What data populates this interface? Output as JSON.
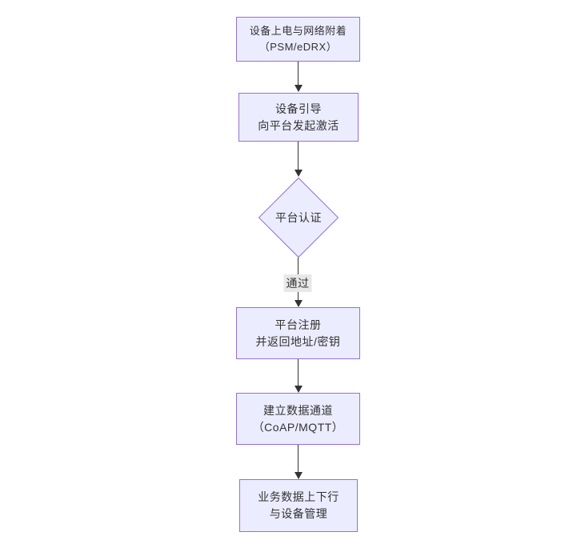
{
  "diagram": {
    "type": "flowchart",
    "direction": "top-down",
    "colors": {
      "canvas_background": "#ffffff",
      "node_fill": "#ECECFF",
      "node_border": "#9370DB",
      "text_color": "#333333",
      "arrow_color": "#333333",
      "edge_label_background": "#e8e8e8"
    },
    "nodes": [
      {
        "id": "power",
        "shape": "rect",
        "lines": [
          "设备上电与网络附着",
          "（PSM/eDRX）"
        ]
      },
      {
        "id": "boot",
        "shape": "rect",
        "lines": [
          "设备引导",
          "向平台发起激活"
        ]
      },
      {
        "id": "auth",
        "shape": "diamond",
        "lines": [
          "平台认证"
        ]
      },
      {
        "id": "register",
        "shape": "rect",
        "lines": [
          "平台注册",
          "并返回地址/密钥"
        ]
      },
      {
        "id": "channel",
        "shape": "rect",
        "lines": [
          "建立数据通道",
          "（CoAP/MQTT）"
        ]
      },
      {
        "id": "business",
        "shape": "rect",
        "lines": [
          "业务数据上下行",
          "与设备管理"
        ]
      }
    ],
    "edges": [
      {
        "from": "power",
        "to": "boot",
        "label": ""
      },
      {
        "from": "boot",
        "to": "auth",
        "label": ""
      },
      {
        "from": "auth",
        "to": "register",
        "label": "通过"
      },
      {
        "from": "register",
        "to": "channel",
        "label": ""
      },
      {
        "from": "channel",
        "to": "business",
        "label": ""
      }
    ]
  }
}
